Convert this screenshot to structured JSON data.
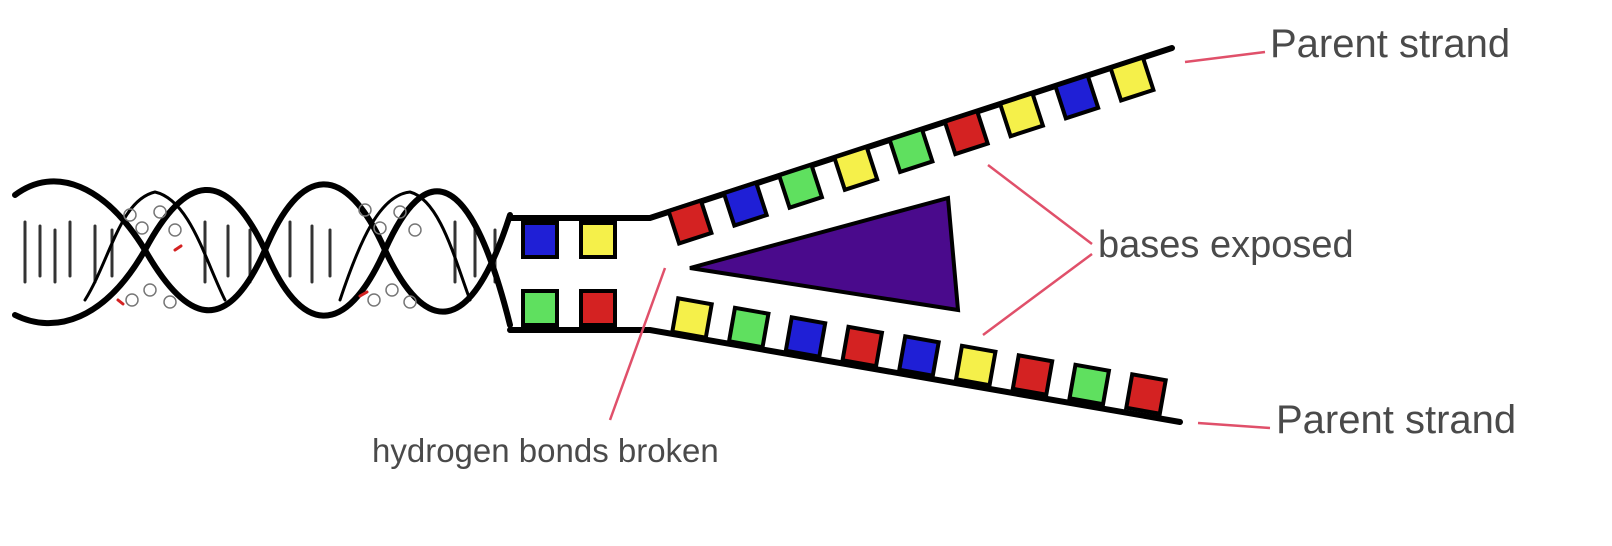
{
  "labels": {
    "parent_strand_top": "Parent strand",
    "parent_strand_bottom": "Parent strand",
    "bases_exposed": "bases exposed",
    "hydrogen_bonds_broken": "hydrogen bonds broken"
  },
  "colors": {
    "blue": "#1f1fd6",
    "yellow": "#f5f04a",
    "green": "#5fe05f",
    "red": "#d42222",
    "enzyme": "#4a0a8c",
    "backbone": "#000000",
    "arrow": "#e0506a"
  },
  "bases": {
    "paired_top": [
      "blue",
      "yellow"
    ],
    "paired_bottom": [
      "green",
      "red"
    ],
    "upper_strand": [
      "red",
      "blue",
      "green",
      "yellow",
      "green",
      "red",
      "yellow",
      "blue",
      "yellow"
    ],
    "lower_strand": [
      "yellow",
      "green",
      "blue",
      "red",
      "blue",
      "yellow",
      "red",
      "green",
      "red"
    ]
  }
}
